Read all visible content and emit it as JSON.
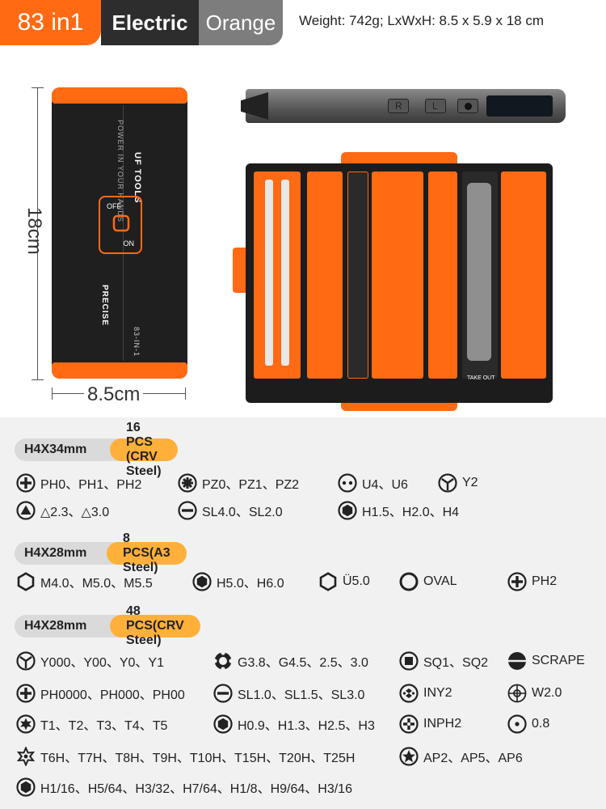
{
  "header": {
    "count": "83 in1",
    "type": "Electric",
    "color": "Orange",
    "specs": "Weight: 742g;   LxWxH: 8.5 x 5.9 x 18 cm"
  },
  "product": {
    "height_label": "18cm",
    "width_label": "8.5cm",
    "case_brand": "UF TOOLS",
    "case_slogan": "POWER IN YOUR HANDS",
    "case_off": "OFF",
    "case_on": "ON",
    "case_name": "PRECISE",
    "case_model": "83-IN-1",
    "box_label": "TAKE OUT",
    "pen_buttons": [
      "R",
      "L"
    ]
  },
  "groups": [
    {
      "size": "H4X34mm",
      "pcs": "16 PCS (CRV Steel)"
    },
    {
      "size": "H4X28mm",
      "pcs": "8 PCS(A3 Steel)"
    },
    {
      "size": "H4X28mm",
      "pcs": "48 PCS(CRV Steel)"
    }
  ],
  "items": [
    {
      "text": "PH0、PH1、PH2",
      "icon": "phillips-icon"
    },
    {
      "text": "PZ0、PZ1、PZ2",
      "icon": "pozidriv-icon"
    },
    {
      "text": "U4、U6",
      "icon": "u-shape-icon"
    },
    {
      "text": "Y2",
      "icon": "tri-wing-icon"
    },
    {
      "text": "△2.3、△3.0",
      "icon": "triangle-icon"
    },
    {
      "text": "SL4.0、SL2.0",
      "icon": "slotted-icon"
    },
    {
      "text": "H1.5、H2.0、H4",
      "icon": "hex-icon"
    },
    {
      "text": "M4.0、M5.0、M5.5",
      "icon": "hex-socket-icon"
    },
    {
      "text": "H5.0、H6.0",
      "icon": "hex-icon"
    },
    {
      "text": "Ü5.0",
      "icon": "hex-socket-icon"
    },
    {
      "text": "OVAL",
      "icon": "oval-icon"
    },
    {
      "text": "PH2",
      "icon": "phillips-icon"
    },
    {
      "text": "Y000、Y00、Y0、Y1",
      "icon": "tri-wing-icon"
    },
    {
      "text": "G3.8、G4.5、2.5、3.0",
      "icon": "gamebit-icon"
    },
    {
      "text": "SQ1、SQ2",
      "icon": "square-icon"
    },
    {
      "text": "SCRAPE",
      "icon": "scrape-icon"
    },
    {
      "text": "PH0000、PH000、PH00",
      "icon": "phillips-icon"
    },
    {
      "text": "SL1.0、SL1.5、SL3.0",
      "icon": "slotted-icon"
    },
    {
      "text": "INY2",
      "icon": "iny-icon"
    },
    {
      "text": "W2.0",
      "icon": "crosshair-icon"
    },
    {
      "text": "T1、T2、T3、T4、T5",
      "icon": "torx-icon"
    },
    {
      "text": "H0.9、H1.3、H2.5、H3",
      "icon": "hex-icon"
    },
    {
      "text": "INPH2",
      "icon": "inph-icon"
    },
    {
      "text": "0.8",
      "icon": "dot-icon"
    },
    {
      "text": "T6H、T7H、T8H、T9H、T10H、T15H、T20H、T25H",
      "icon": "torx-hole-icon"
    },
    {
      "text": "AP2、AP5、AP6",
      "icon": "star-icon"
    },
    {
      "text": "H1/16、H5/64、H3/32、H7/64、H1/8、H9/64、H3/16",
      "icon": "hex-icon"
    }
  ],
  "colors": {
    "accent": "#ff6a13",
    "pill": "#ffb03b",
    "dark": "#2d2d2d",
    "grey": "#7d7d7d"
  }
}
